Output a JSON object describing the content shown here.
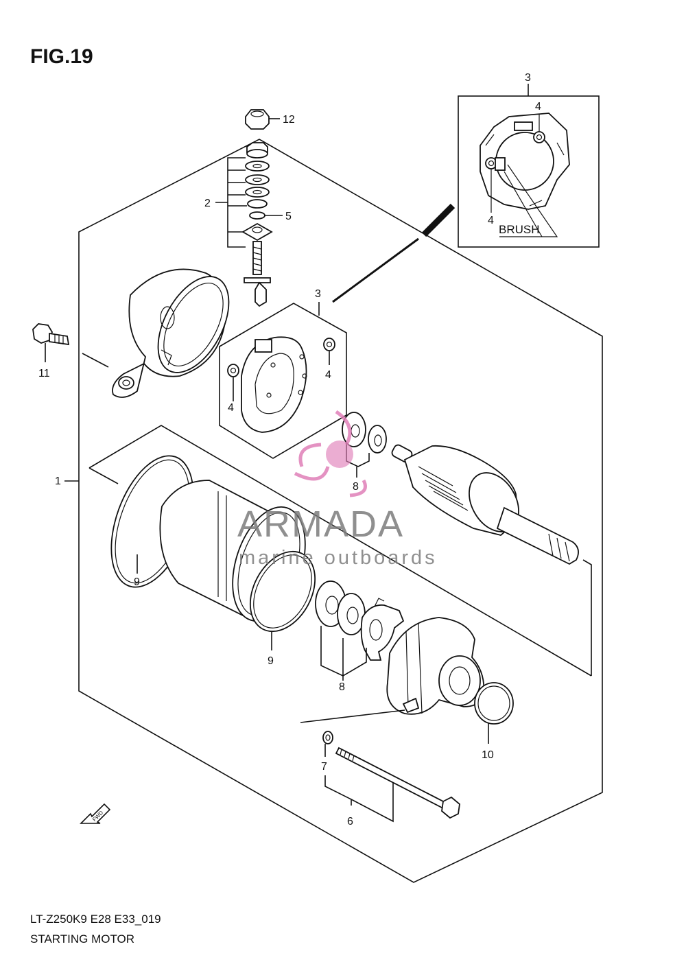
{
  "figure": {
    "title": "FIG.19",
    "model_code": "LT-Z250K9 E28 E33_019",
    "name": "STARTING MOTOR"
  },
  "callouts": {
    "c1": "1",
    "c2": "2",
    "c3a": "3",
    "c3b": "3",
    "c4a": "4",
    "c4b": "4",
    "c4c": "4",
    "c4d": "4",
    "c5": "5",
    "c6": "6",
    "c7": "7",
    "c8a": "8",
    "c8b": "8",
    "c9a": "9",
    "c9b": "9",
    "c10": "10",
    "c11": "11",
    "c12": "12"
  },
  "inset": {
    "label": "BRUSH"
  },
  "direction": {
    "label": "FWD"
  },
  "watermark": {
    "brand": "ARMADA",
    "tagline": "marine outboards",
    "color": "#e07fb8"
  }
}
